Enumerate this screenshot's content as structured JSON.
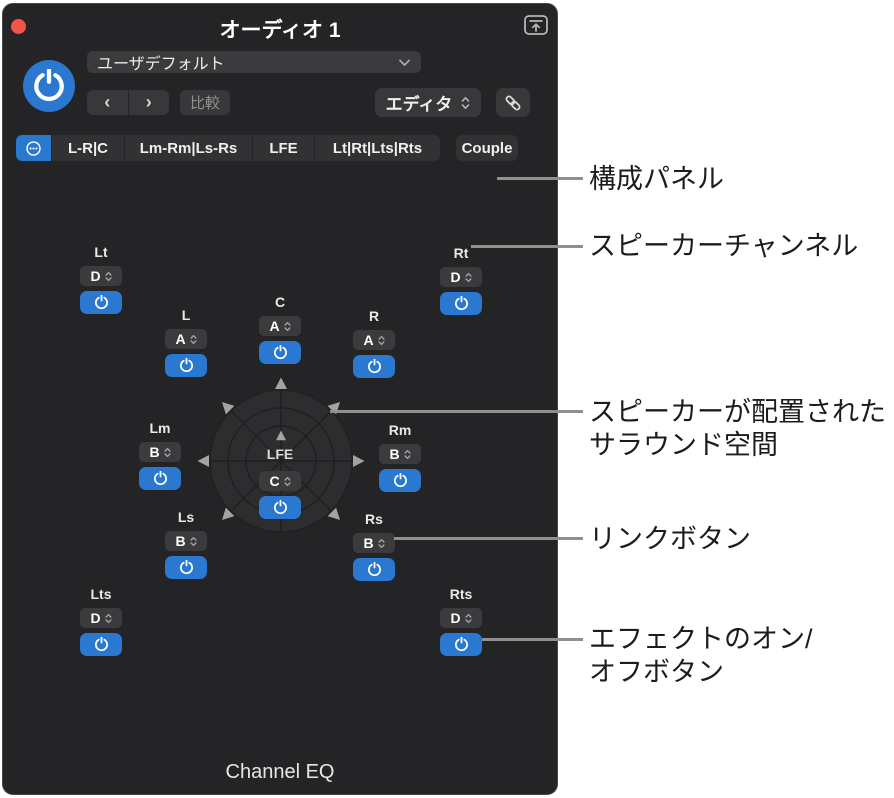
{
  "window": {
    "title": "オーディオ 1",
    "plugin_name": "Channel EQ"
  },
  "header": {
    "preset_value": "ユーザデフォルト",
    "back_label": "‹",
    "forward_label": "›",
    "compare_label": "比較",
    "editor_label": "エディタ"
  },
  "config_tabs": {
    "tabs": [
      {
        "label": "L-R|C"
      },
      {
        "label": "Lm-Rm|Ls-Rs"
      },
      {
        "label": "LFE"
      },
      {
        "label": "Lt|Rt|Lts|Rts"
      }
    ],
    "couple_label": "Couple"
  },
  "channels": [
    {
      "id": "lt",
      "label": "Lt",
      "group": "D"
    },
    {
      "id": "rt",
      "label": "Rt",
      "group": "D"
    },
    {
      "id": "l",
      "label": "L",
      "group": "A"
    },
    {
      "id": "c",
      "label": "C",
      "group": "A"
    },
    {
      "id": "r",
      "label": "R",
      "group": "A"
    },
    {
      "id": "lm",
      "label": "Lm",
      "group": "B"
    },
    {
      "id": "rm",
      "label": "Rm",
      "group": "B"
    },
    {
      "id": "ls",
      "label": "Ls",
      "group": "B"
    },
    {
      "id": "rs",
      "label": "Rs",
      "group": "B"
    },
    {
      "id": "lts",
      "label": "Lts",
      "group": "D"
    },
    {
      "id": "rts",
      "label": "Rts",
      "group": "D"
    },
    {
      "id": "lfe",
      "label": "LFE",
      "group": "C"
    }
  ],
  "annotations": [
    {
      "lines": [
        "構成パネル"
      ]
    },
    {
      "lines": [
        "スピーカーチャンネル"
      ]
    },
    {
      "lines": [
        "スピーカーが配置された",
        "サラウンド空間"
      ]
    },
    {
      "lines": [
        "リンクボタン"
      ]
    },
    {
      "lines": [
        "エフェクトのオン/",
        "オフボタン"
      ]
    }
  ],
  "colors": {
    "accent_blue": "#2a78cf",
    "window_bg": "#242426",
    "close_red": "#f1554a",
    "callout_gray": "#909090"
  }
}
